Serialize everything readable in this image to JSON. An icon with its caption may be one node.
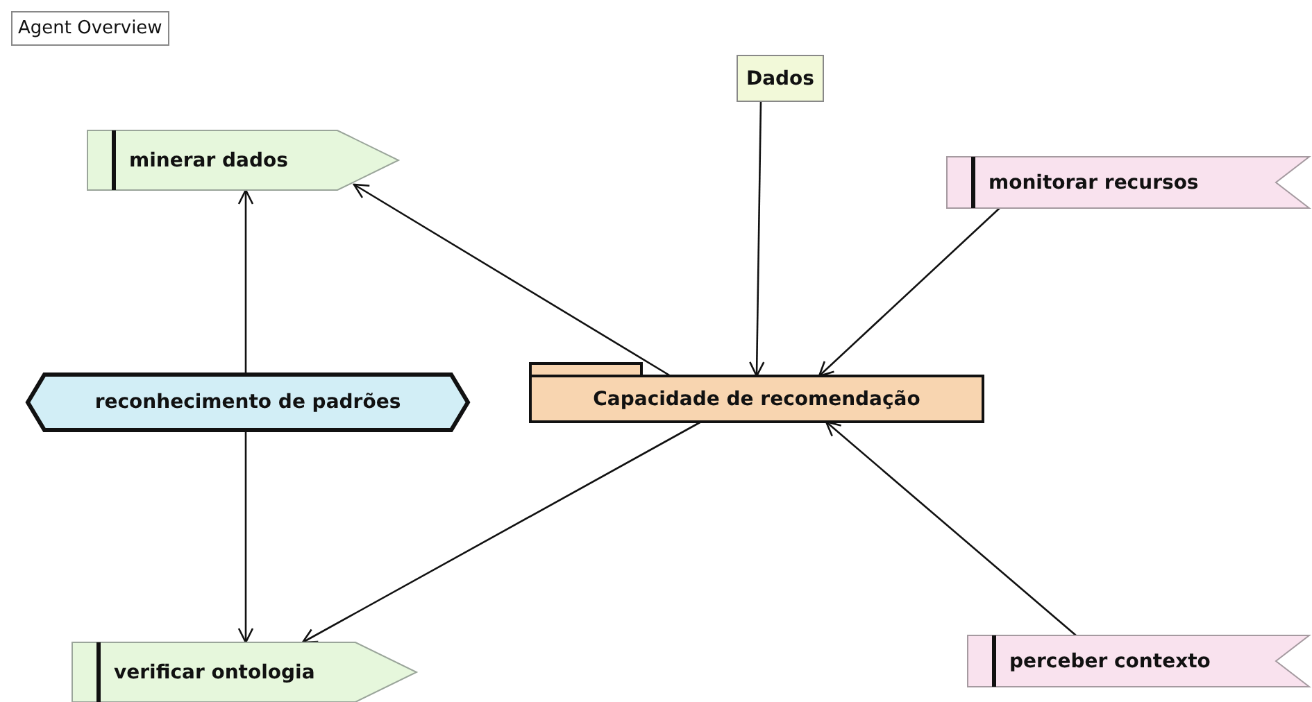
{
  "diagram": {
    "title": "Agent Overview",
    "nodes": [
      {
        "text": [
          "Dados"
        ]
      },
      {
        "text": [
          "minerar dados"
        ]
      },
      {
        "text": [
          "monitorar recursos"
        ]
      },
      {
        "text": [
          "reconhecimento de padrões"
        ]
      },
      {
        "text": [
          "Capacidade de recomendação"
        ]
      },
      {
        "text": [
          "verificar ontologia"
        ]
      },
      {
        "text": [
          "perceber contexto"
        ]
      }
    ],
    "edges": [
      {
        "from": 0,
        "to": 4,
        "arrow": "to"
      },
      {
        "from": 4,
        "to": 1,
        "arrow": "to"
      },
      {
        "from": 2,
        "to": 4,
        "arrow": "to"
      },
      {
        "from": 3,
        "to": 1,
        "arrow": "to"
      },
      {
        "from": 3,
        "to": 5,
        "arrow": "to"
      },
      {
        "from": 4,
        "to": 5,
        "arrow": "to"
      },
      {
        "from": 6,
        "to": 4,
        "arrow": "to"
      }
    ]
  }
}
